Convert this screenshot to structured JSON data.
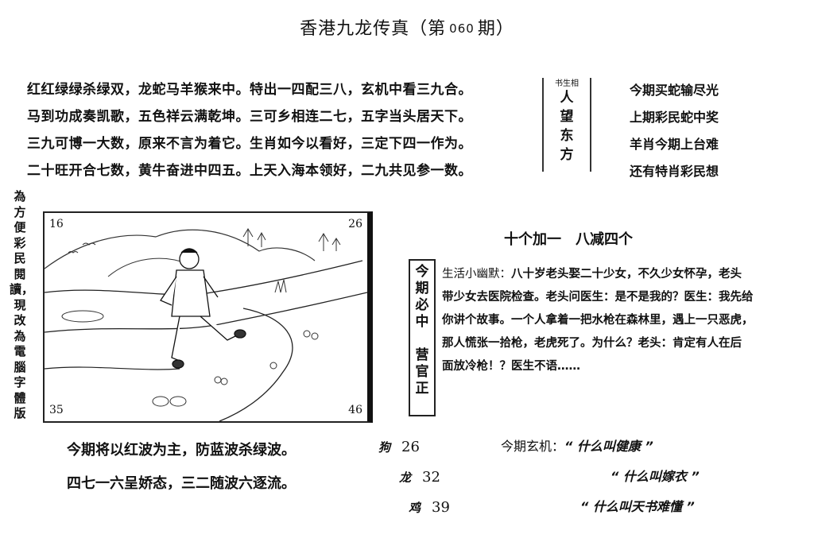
{
  "header": {
    "title_pre": "香港九龙传真（第",
    "issue": "060",
    "title_post": "期）"
  },
  "verses": [
    "红红绿绿杀绿双，龙蛇马羊猴来中。特出一四配三八，玄机中看三九合。",
    "马到功成奏凯歌，五色祥云满乾坤。三可乡相连二七，五字当头居天下。",
    "三九可博一大数，原来不言为着它。生肖如今以看好，三定下四一作为。",
    "二十旺开合七数，黄牛奋进中四五。上天入海本领好，二九共见参一数。"
  ],
  "center_box": {
    "small": "书生相",
    "chars": [
      "人",
      "望",
      "东",
      "方"
    ]
  },
  "right_verses": [
    "今期买蛇输尽光",
    "上期彩民蛇中奖",
    "羊肖今期上台难",
    "还有特肖彩民想"
  ],
  "side_vertical": "為方便彩民閱讀，現改為電腦字體版",
  "picture": {
    "corners": {
      "tl": "16",
      "tr": "26",
      "bl": "35",
      "br": "46"
    }
  },
  "humor": {
    "heading": "十个加一　八减四个",
    "vertical": [
      "今",
      "期",
      "必",
      "中",
      "",
      "营",
      "官",
      "正"
    ],
    "label": "生活小幽默：",
    "lines": [
      "八十岁老头娶二十少女，不久少女怀孕，老头",
      "带少女去医院检查。老头问医生：是不是我的？医生：我先给",
      "你讲个故事。一个人拿着一把水枪在森林里，遇上一只恶虎，",
      "那人慌张一拾枪，老虎死了。为什么？老头：肯定有人在后",
      "面放冷枪！？医生不语……"
    ]
  },
  "bottom_lines": [
    "今期将以红波为主，防蓝波杀绿波。",
    "四七一六呈娇态，三二随波六逐流。"
  ],
  "zodiac": [
    {
      "animal": "狗",
      "number": "26"
    },
    {
      "animal": "龙",
      "number": "32"
    },
    {
      "animal": "鸡",
      "number": "39"
    }
  ],
  "xuanji": {
    "label": "今期玄机：",
    "quotes": [
      "“ 什么叫健康 ”",
      "“ 什么叫嫁衣 ”",
      "“ 什么叫天书难懂 ”"
    ]
  }
}
